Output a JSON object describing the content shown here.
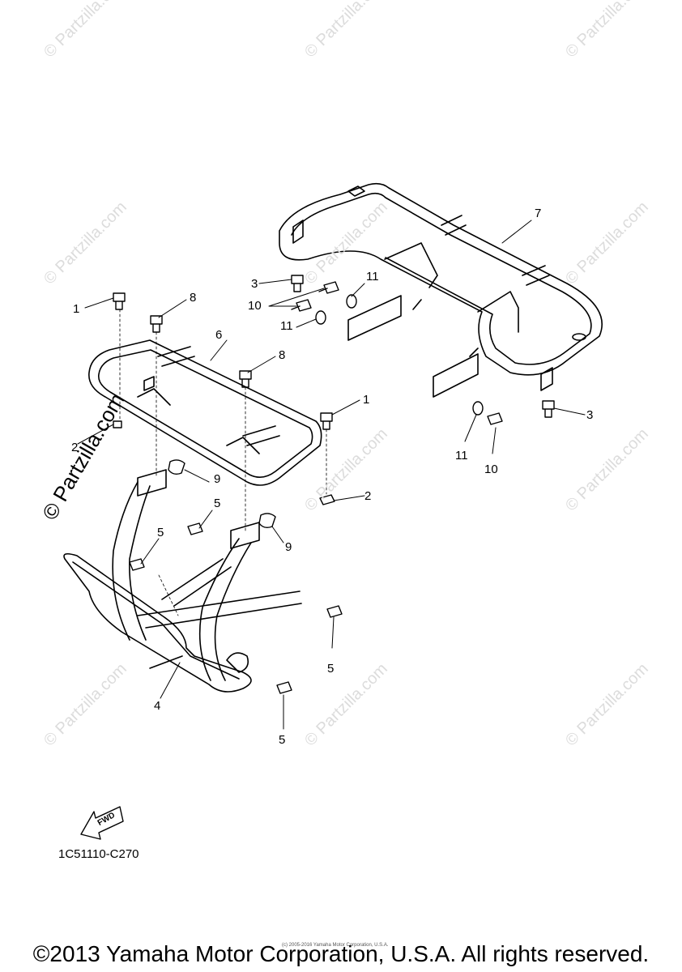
{
  "watermark_text": "© Partzilla.com",
  "watermark_text_big": "© Partzilla.com",
  "callouts": [
    {
      "id": "c1a",
      "label": "1"
    },
    {
      "id": "c1b",
      "label": "1"
    },
    {
      "id": "c2a",
      "label": "2"
    },
    {
      "id": "c2b",
      "label": "2"
    },
    {
      "id": "c3a",
      "label": "3"
    },
    {
      "id": "c3b",
      "label": "3"
    },
    {
      "id": "c4",
      "label": "4"
    },
    {
      "id": "c5a",
      "label": "5"
    },
    {
      "id": "c5b",
      "label": "5"
    },
    {
      "id": "c5c",
      "label": "5"
    },
    {
      "id": "c5d",
      "label": "5"
    },
    {
      "id": "c6",
      "label": "6"
    },
    {
      "id": "c7",
      "label": "7"
    },
    {
      "id": "c8a",
      "label": "8"
    },
    {
      "id": "c8b",
      "label": "8"
    },
    {
      "id": "c9a",
      "label": "9"
    },
    {
      "id": "c9b",
      "label": "9"
    },
    {
      "id": "c10a",
      "label": "10"
    },
    {
      "id": "c10b",
      "label": "10"
    },
    {
      "id": "c11a",
      "label": "11"
    },
    {
      "id": "c11b",
      "label": "11"
    },
    {
      "id": "c11c",
      "label": "11"
    }
  ],
  "fwd_label": "FWD",
  "diagram_code": "1C51110-C270",
  "small_copyright": "(c) 2005-2016 Yamaha Motor Corporation, U.S.A.",
  "copyright": "©2013 Yamaha Motor Corporation, U.S.A. All rights reserved."
}
